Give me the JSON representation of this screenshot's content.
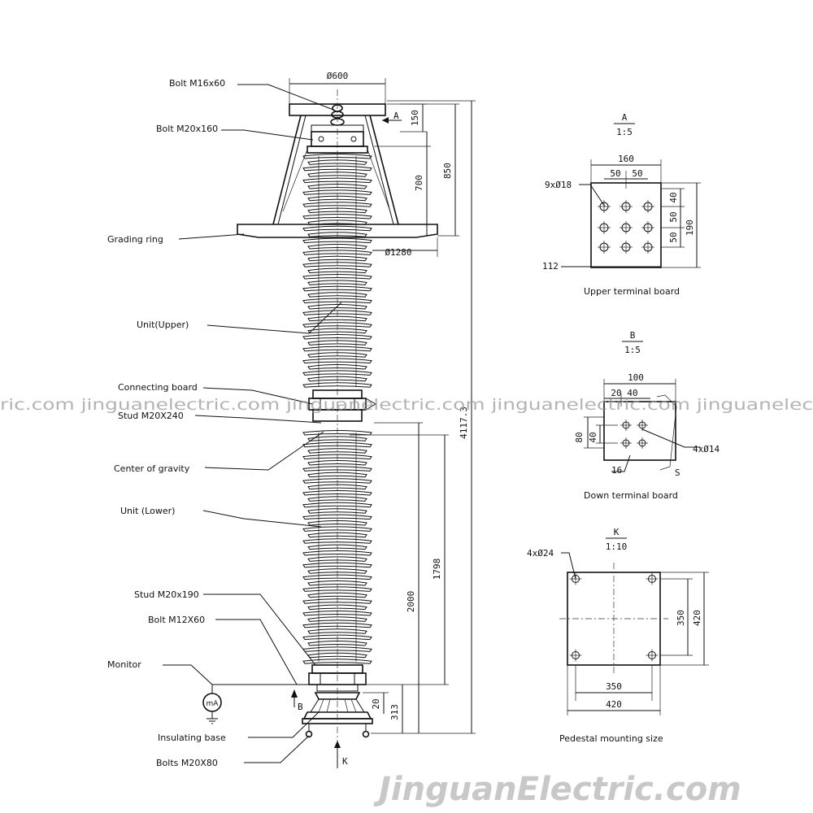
{
  "labels": {
    "bolt_top": "Bolt M16x60",
    "bolt_m20": "Bolt M20x160",
    "grading_ring": "Grading ring",
    "unit_upper": "Unit(Upper)",
    "connecting_board": "Connecting board",
    "stud_240": "Stud M20X240",
    "center_gravity": "Center of gravity",
    "unit_lower": "Unit (Lower)",
    "stud_190": "Stud M20x190",
    "bolt_m12": "Bolt M12X60",
    "monitor": "Monitor",
    "insulating_base": "Insulating base",
    "bolts_m20x80": "Bolts M20X80"
  },
  "dimensions": {
    "d600": "Ø600",
    "d1280": "Ø1280",
    "h150": "150",
    "h700": "700",
    "h850": "850",
    "h4117": "4117.3",
    "h1798": "1798",
    "h2000": "2000",
    "h20": "20",
    "h313": "313"
  },
  "view_refs": {
    "a": "A",
    "b": "B",
    "k": "K"
  },
  "upper_board": {
    "ref": "A",
    "scale": "1:5",
    "w160": "160",
    "w50a": "50",
    "w50b": "50",
    "holes": "9xØ18",
    "v40": "40",
    "v50a": "50",
    "v50b": "50",
    "v190": "190",
    "w112": "112",
    "title": "Upper terminal board"
  },
  "down_board": {
    "ref": "B",
    "scale": "1:5",
    "w100": "100",
    "w20": "20",
    "w40": "40",
    "v80": "80",
    "v40": "40",
    "holes": "4xØ14",
    "w16": "16",
    "s": "S",
    "title": "Down terminal board"
  },
  "pedestal": {
    "ref": "K",
    "scale": "1:10",
    "holes": "4xØ24",
    "v350": "350",
    "v420": "420",
    "w350": "350",
    "w420": "420",
    "title": "Pedestal mounting size"
  },
  "watermark": {
    "repeat_text": "jinguanelectric.com",
    "strip": "ric.com jinguanelectric.com jinguanelectric.com jinguanelectric.com jinguanelec",
    "brand": "JinguanElectric.com"
  }
}
